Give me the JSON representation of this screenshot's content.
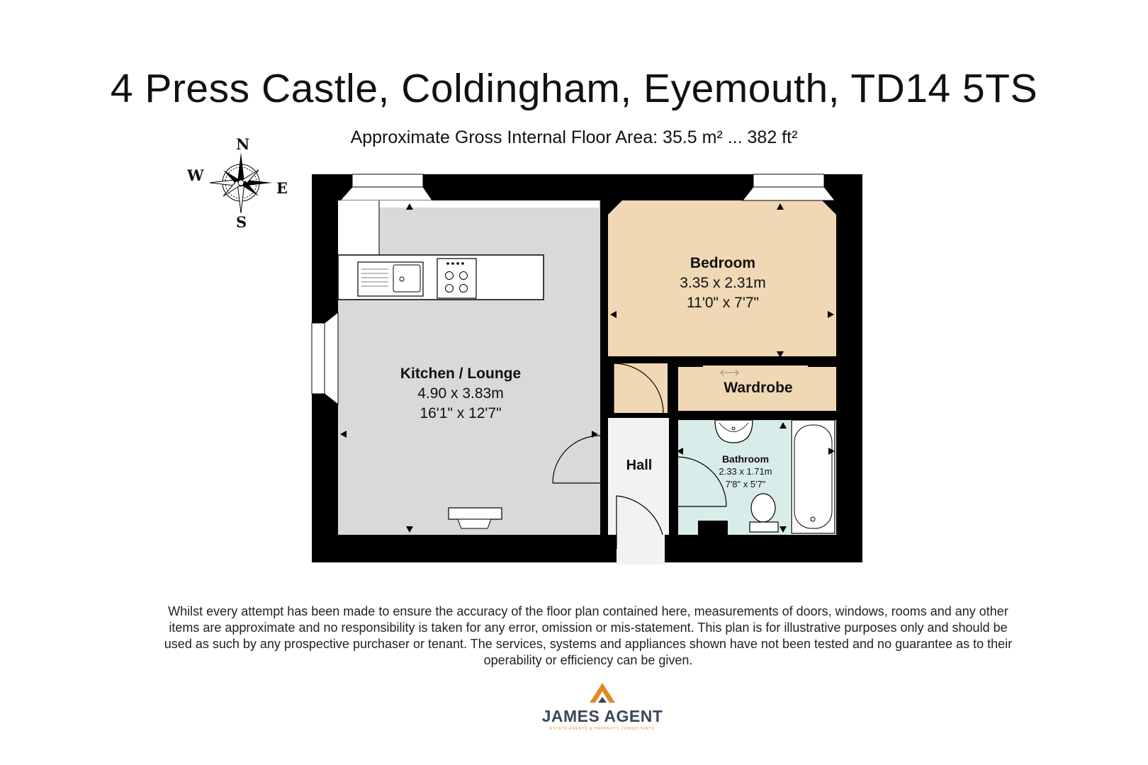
{
  "header": {
    "title": "4 Press Castle, Coldingham, Eyemouth, TD14 5TS",
    "area": "Approximate Gross Internal Floor Area: 35.5 m² ... 382 ft²"
  },
  "compass": {
    "north": "N",
    "south": "S",
    "east": "E",
    "west": "W"
  },
  "rooms": {
    "kitchen": {
      "name": "Kitchen / Lounge",
      "metric": "4.90 x 3.83m",
      "imperial": "16'1\" x 12'7\""
    },
    "bedroom": {
      "name": "Bedroom",
      "metric": "3.35 x 2.31m",
      "imperial": "11'0\" x 7'7\""
    },
    "wardrobe": {
      "name": "Wardrobe"
    },
    "hall": {
      "name": "Hall"
    },
    "bathroom": {
      "name": "Bathroom",
      "metric": "2.33 x 1.71m",
      "imperial": "7'8\" x 5'7\""
    }
  },
  "colors": {
    "wall": "#000000",
    "kitchen_fill": "#d9d9d9",
    "bedroom_fill": "#f1d8b5",
    "bathroom_fill": "#d8ecea",
    "hall_fill": "#f2f2f2",
    "logo_orange": "#e08a2c",
    "logo_text": "#3c4858"
  },
  "disclaimer": "Whilst every attempt has been made to ensure the accuracy of the floor plan contained here, measurements of doors, windows, rooms and any other items are approximate and no responsibility is taken for any error, omission or mis-statement. This plan is for illustrative purposes only and should be used as such by any prospective purchaser or tenant. The services, systems and appliances shown have not been tested and no guarantee as to their operability or efficiency can be given.",
  "logo": {
    "brand": "JAMES AGENT",
    "tagline": "ESTATE AGENTS & PROPERTY CONSULTANTS"
  }
}
